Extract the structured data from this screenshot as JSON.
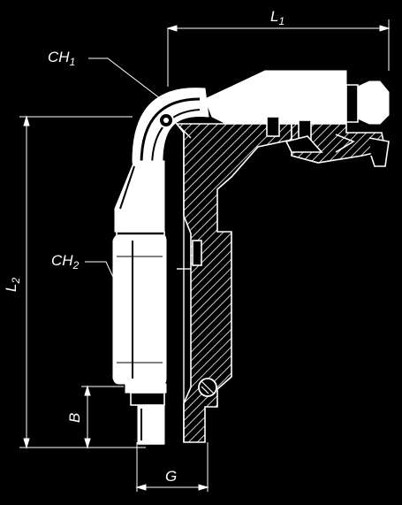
{
  "labels": {
    "l1": {
      "main": "L",
      "sub": "1"
    },
    "l2": {
      "main": "L",
      "sub": "2"
    },
    "ch1": {
      "main": "CH",
      "sub": "1"
    },
    "ch2": {
      "main": "CH",
      "sub": "2"
    },
    "b": "B",
    "g": "G"
  },
  "colors": {
    "background": "#000000",
    "line": "#ffffff"
  }
}
